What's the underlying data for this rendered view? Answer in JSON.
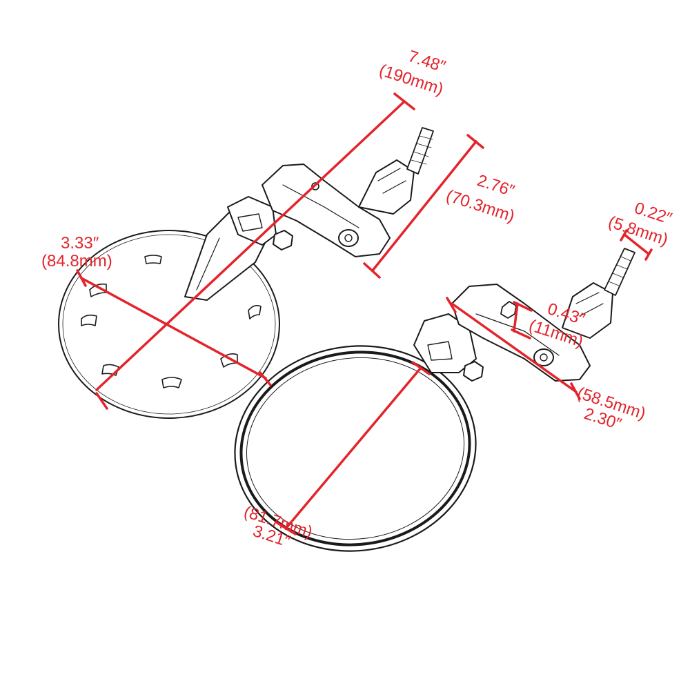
{
  "accent_color": "#e4232b",
  "dimensions": {
    "total_length": {
      "inch": "7.48″",
      "mm": "(190mm)"
    },
    "arm_height": {
      "inch": "2.76″",
      "mm": "(70.3mm)"
    },
    "rear_diameter": {
      "inch": "3.33″",
      "mm": "(84.8mm)"
    },
    "bolt_diameter": {
      "inch": "0.22″",
      "mm": "(5.8mm)"
    },
    "clamp_width": {
      "inch": "0.43″",
      "mm": "(11mm)"
    },
    "arm_length": {
      "inch": "2.30″",
      "mm": "(58.5mm)"
    },
    "glass_diameter": {
      "inch": "3.21″",
      "mm": "(81.7mm)"
    }
  }
}
